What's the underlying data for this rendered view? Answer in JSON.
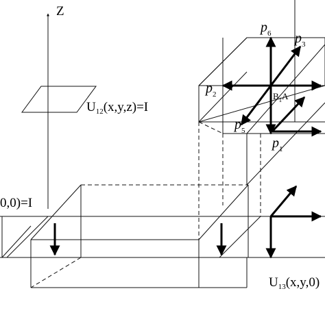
{
  "axis": {
    "label": "Z"
  },
  "labels": {
    "u12": {
      "main": "U",
      "sub": "12",
      "rest": "(x,y,z)=I"
    },
    "left_eq": "0,0)=I",
    "u13": {
      "main": "U",
      "sub": "13",
      "rest": "(x,y,0)"
    },
    "b1a": {
      "main": "B",
      "sub": "1",
      "rest": "A"
    }
  },
  "points": [
    {
      "main": "p",
      "sub": "6"
    },
    {
      "main": "p",
      "sub": "3"
    },
    {
      "main": "p",
      "sub": "2"
    },
    {
      "main": "p",
      "sub": "5"
    },
    {
      "main": "p",
      "sub": "1"
    }
  ]
}
